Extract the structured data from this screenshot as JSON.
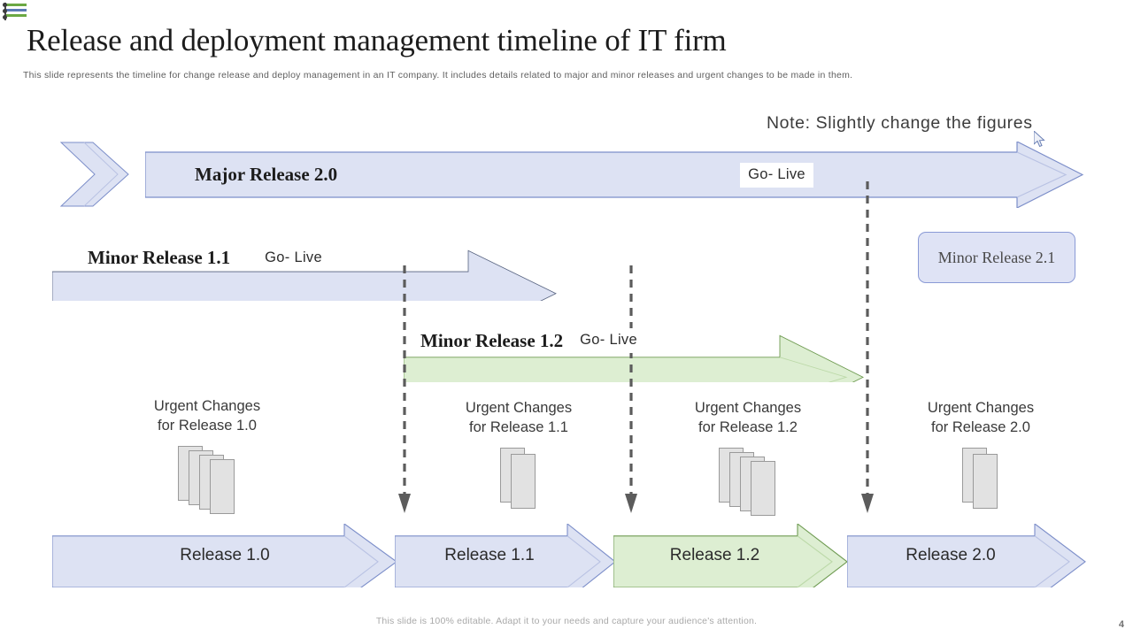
{
  "slide": {
    "title": "Release and deployment management timeline of IT firm",
    "subtitle": "This slide represents the timeline  for change release and deploy management  in an IT  company. It  includes details related to major  and minor  releases and urgent  changes to be made  in  them.",
    "note": "Note: Slightly change the figures",
    "footer": "This slide is 100% editable.  Adapt it to your needs and capture your audience's attention.",
    "page_number": "4"
  },
  "logo": {
    "name": "brand-logo"
  },
  "colors": {
    "blue_fill": "#dde2f3",
    "blue_stroke": "#7c8ec9",
    "green_fill": "#ddeed2",
    "green_stroke": "#8fbb6e",
    "doc_fill": "#e2e2e2",
    "doc_stroke": "#9a9a9a",
    "text_dark": "#1c1c1c",
    "text_muted": "#5f5f5f"
  },
  "bands": {
    "major": {
      "label": "Major Release 2.0",
      "golive": "Go- Live"
    },
    "minor_11": {
      "label": "Minor Release 1.1",
      "golive": "Go- Live"
    },
    "minor_12": {
      "label": "Minor Release 1.2",
      "golive": "Go- Live"
    },
    "minor_21_box": {
      "label": "Minor Release 2.1"
    }
  },
  "urgent_changes": [
    {
      "line1": "Urgent Changes",
      "line2": "for Release 1.0",
      "count": 4
    },
    {
      "line1": "Urgent Changes",
      "line2": "for Release 1.1",
      "count": 2
    },
    {
      "line1": "Urgent Changes",
      "line2": "for Release 1.2",
      "count": 4
    },
    {
      "line1": "Urgent Changes",
      "line2": "for Release 2.0",
      "count": 2
    }
  ],
  "releases": [
    {
      "label": "Release 1.0",
      "color": "blue"
    },
    {
      "label": "Release 1.1",
      "color": "blue"
    },
    {
      "label": "Release 1.2",
      "color": "green"
    },
    {
      "label": "Release 2.0",
      "color": "blue"
    }
  ]
}
